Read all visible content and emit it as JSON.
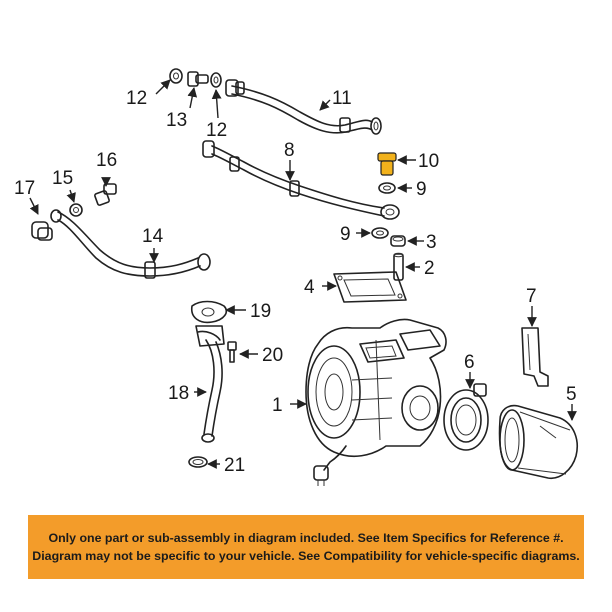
{
  "callouts": [
    "1",
    "2",
    "3",
    "4",
    "5",
    "6",
    "7",
    "8",
    "9",
    "9",
    "10",
    "11",
    "12",
    "12",
    "13",
    "14",
    "15",
    "16",
    "17",
    "18",
    "19",
    "20",
    "21"
  ],
  "banner": {
    "line1": "Only one part or sub-assembly in diagram included. See Item Specifics for Reference #.",
    "line2": "Diagram may not be specific to your vehicle. See Compatibility for vehicle-specific diagrams."
  },
  "highlight_color": "#f2b21c",
  "banner_color": "#f39c2a"
}
